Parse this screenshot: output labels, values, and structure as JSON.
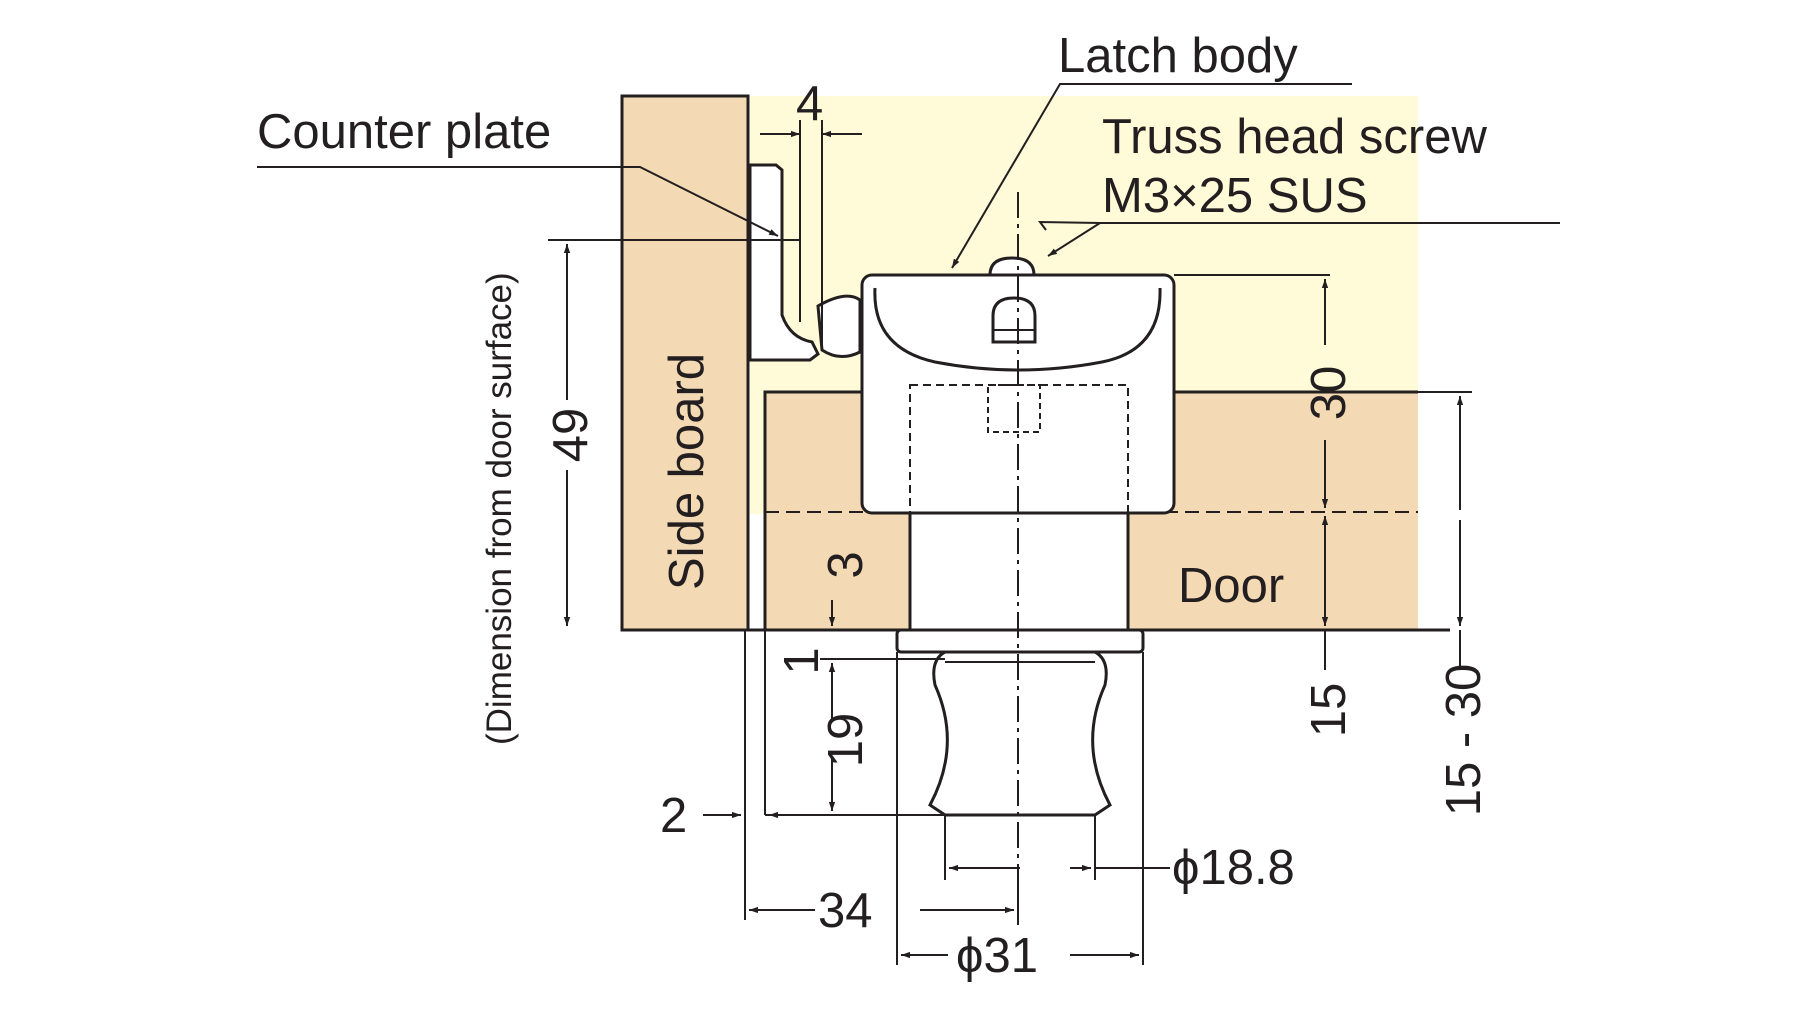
{
  "colors": {
    "background": "#ffffff",
    "cream": "#fffad8",
    "wood": "#f3d9b4",
    "line": "#231f20",
    "part": "#ffffff"
  },
  "labels": {
    "latch_body": "Latch body",
    "counter_plate": "Counter plate",
    "truss_screw_line1": "Truss head screw",
    "truss_screw_line2": "M3×25 SUS",
    "side_board": "Side board",
    "door": "Door",
    "dimension_note": "(Dimension from door surface)"
  },
  "dimensions": {
    "d4": "4",
    "d49": "49",
    "d30": "30",
    "d3": "3",
    "d1": "1",
    "d19": "19",
    "d15": "15",
    "d15_30": "15 - 30",
    "d2": "2",
    "d34": "34",
    "phi18_8": "ϕ18.8",
    "phi31": "ϕ31"
  }
}
